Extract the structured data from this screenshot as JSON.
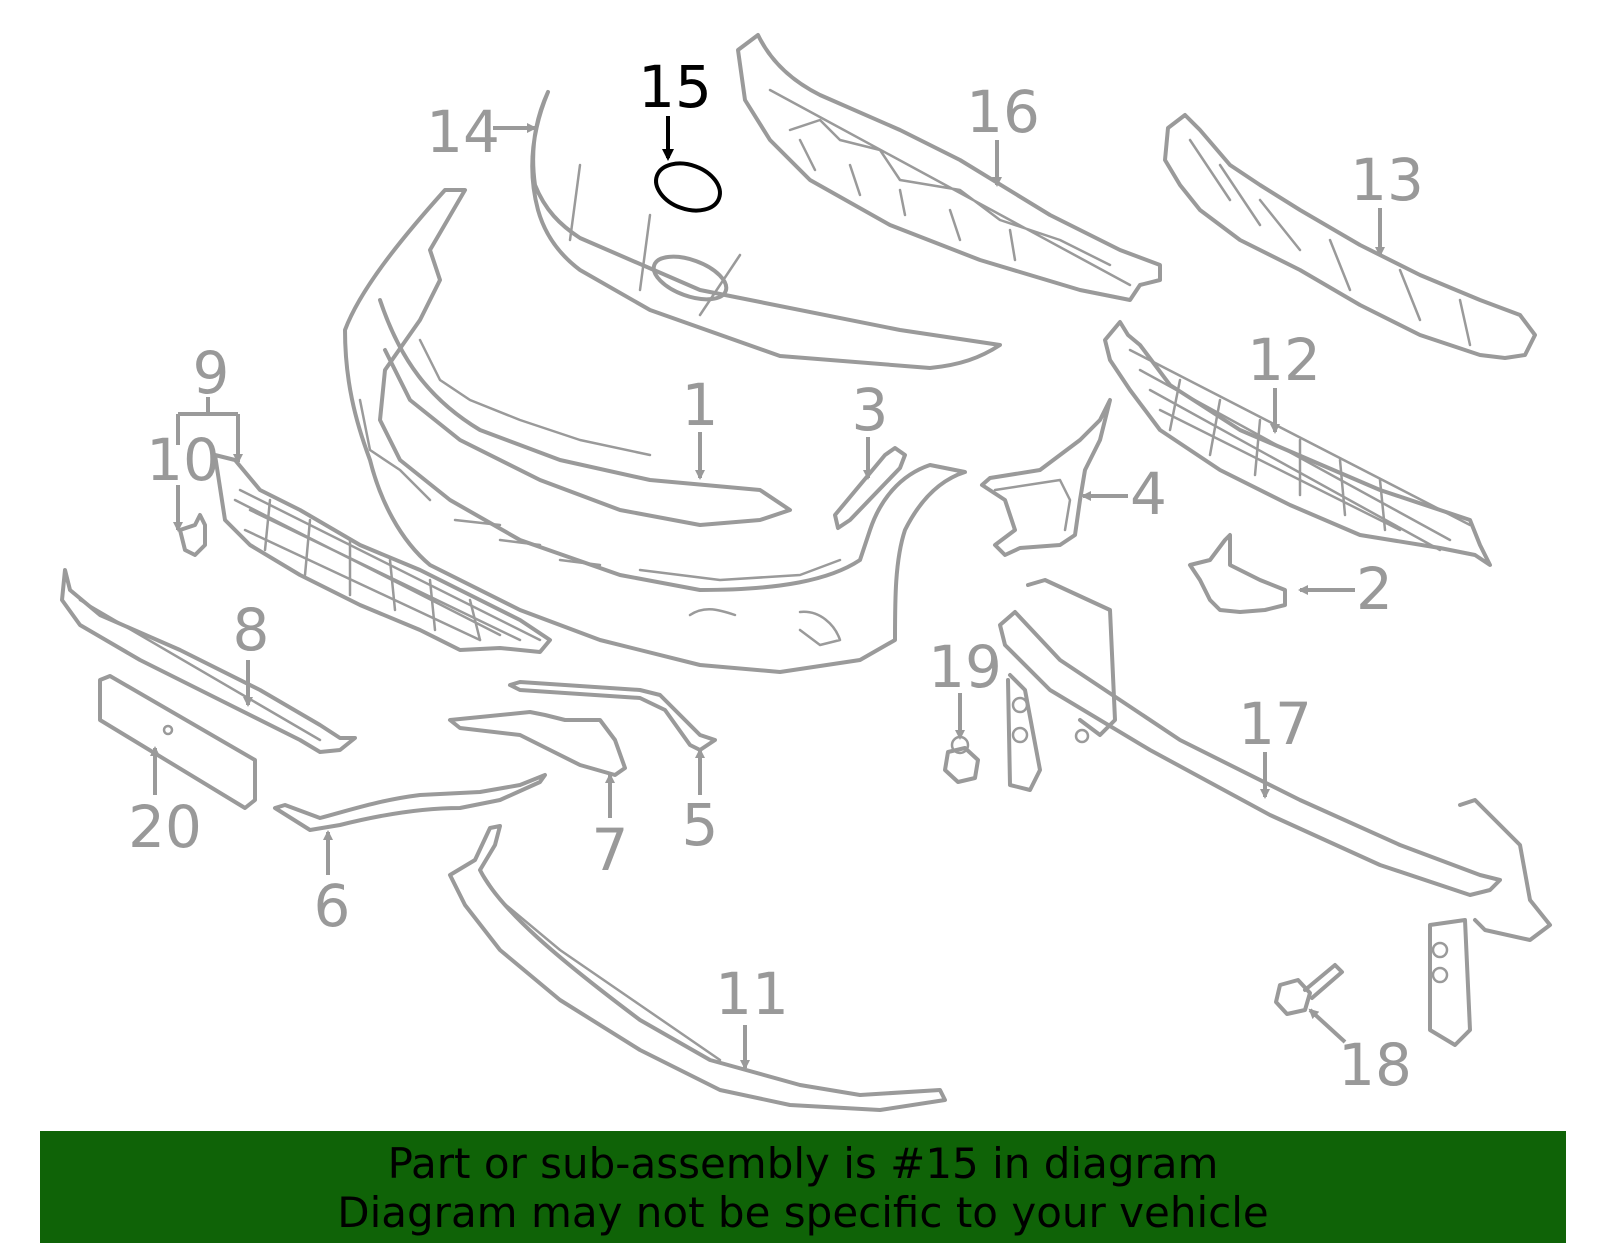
{
  "callouts": {
    "c1": "1",
    "c2": "2",
    "c3": "3",
    "c4": "4",
    "c5": "5",
    "c6": "6",
    "c7": "7",
    "c8": "8",
    "c9": "9",
    "c10": "10",
    "c11": "11",
    "c12": "12",
    "c13": "13",
    "c14": "14",
    "c15": "15",
    "c16": "16",
    "c17": "17",
    "c18": "18",
    "c19": "19",
    "c20": "20"
  },
  "highlighted_part": "15",
  "banner": {
    "line1": "Part or sub-assembly is #15 in diagram",
    "line2": "Diagram may not be specific to your vehicle",
    "color": "#0f6307"
  },
  "colors": {
    "part_stroke": "#9a9a9a",
    "label_gray": "#999999",
    "highlight": "#000000"
  }
}
